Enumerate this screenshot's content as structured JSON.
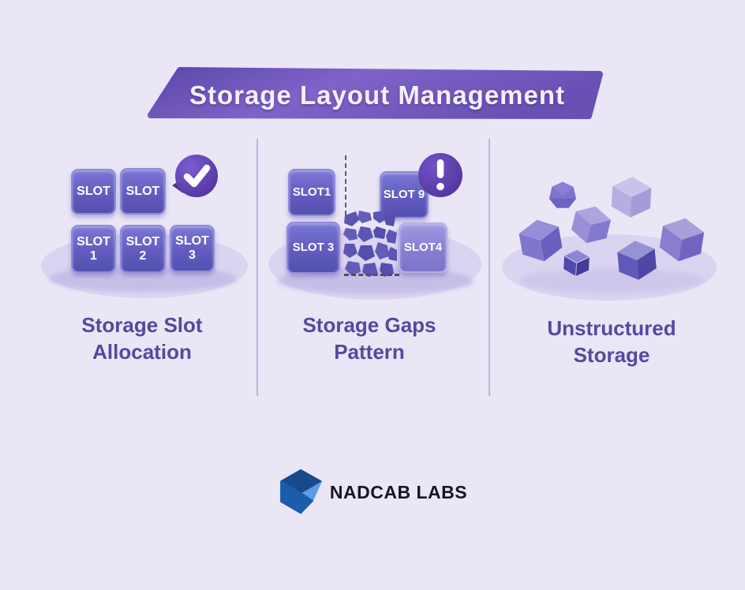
{
  "title": "Storage Layout Management",
  "sections": [
    {
      "label": "Storage Slot Allocation",
      "badge": "check",
      "slots": [
        {
          "line1": "SLOT"
        },
        {
          "line1": "SLOT"
        },
        {
          "line1": "SLOT",
          "line2": "1"
        },
        {
          "line1": "SLOT",
          "line2": "2"
        },
        {
          "line1": "SLOT",
          "line2": "3"
        }
      ]
    },
    {
      "label": "Storage Gaps Pattern",
      "badge": "exclamation",
      "slots": [
        {
          "line1": "SLOT1"
        },
        {
          "line1": "SLOT 9"
        },
        {
          "line1": "SLOT 3"
        },
        {
          "line1": "SLOT4"
        }
      ]
    },
    {
      "label": "Unstructured Storage",
      "badge": null
    }
  ],
  "brand": {
    "name": "NADCAB LABS"
  },
  "colors": {
    "background": "#eae6f6",
    "banner_purple_dark": "#5e46ab",
    "banner_purple_light": "#7e64c8",
    "slot_box_purple": "#615dbf",
    "slot_box_light_purple": "#8680d2",
    "slot_box_border": "#908bde",
    "section_label_text": "#56489e",
    "badge_purple": "#54389f",
    "divider": "#bcb5de",
    "platform": "#dbd4f0",
    "platform_shadow": "#c7bee8",
    "gap_fragment_purple": "#5b55b3",
    "cube_light": "#c9c2ea",
    "cube_mid": "#8379cd",
    "cube_dark": "#4f47a7",
    "logo_navy": "#164a8c",
    "logo_blue": "#1b5cab",
    "logo_light_blue": "#5b9be6",
    "brand_text": "#17151f"
  }
}
